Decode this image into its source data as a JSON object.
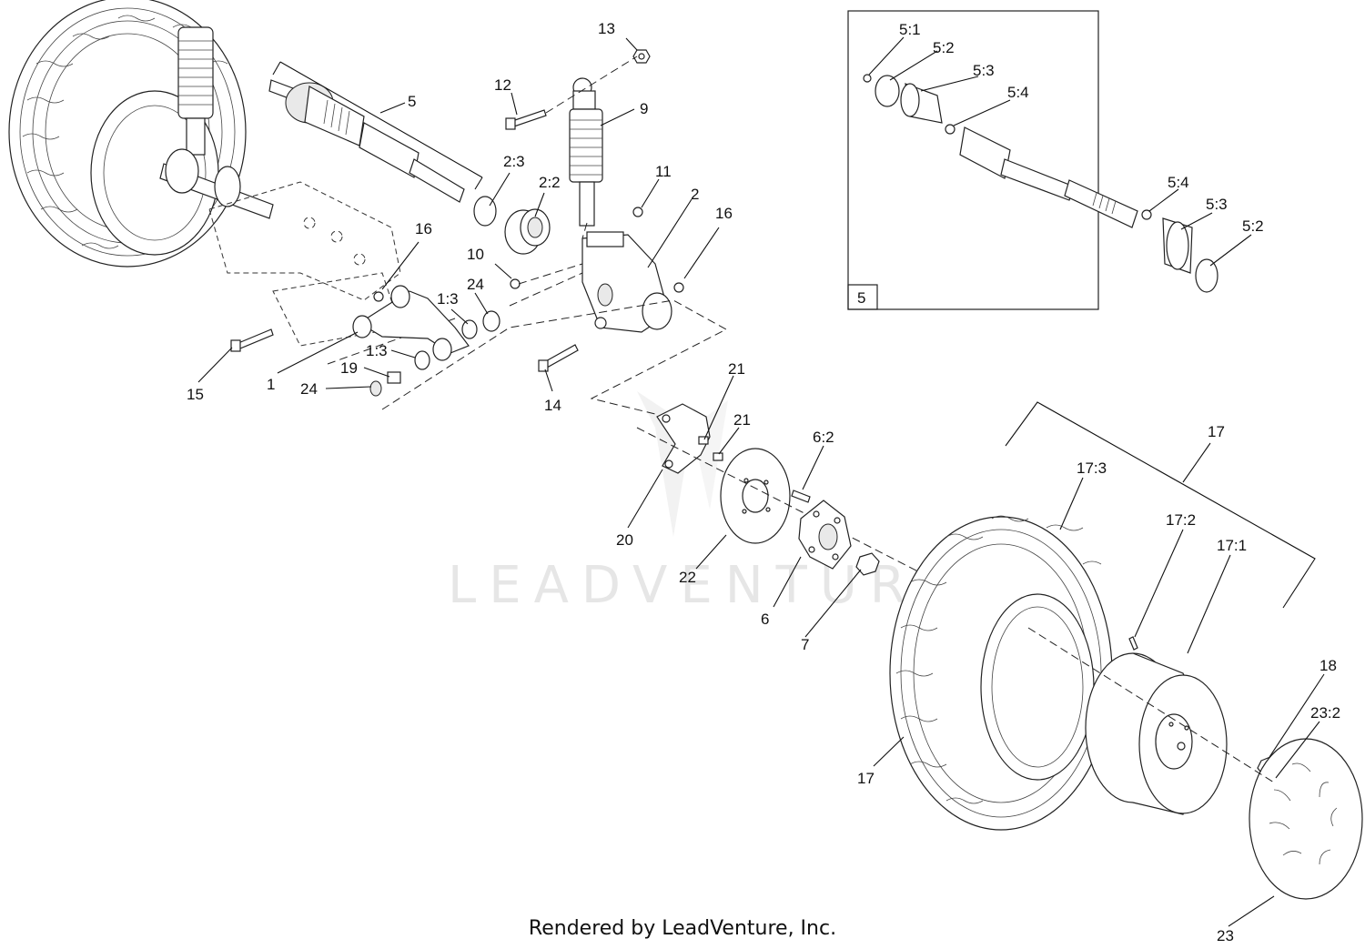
{
  "watermark": "LEADVENTURE",
  "footer": "Rendered by LeadVenture, Inc.",
  "inset_label": "5",
  "callouts": {
    "c13": "13",
    "c12": "12",
    "c9": "9",
    "c5": "5",
    "c2_3": "2:3",
    "c2_2": "2:2",
    "c11": "11",
    "c2": "2",
    "c16a": "16",
    "c16b": "16",
    "c10": "10",
    "c24a": "24",
    "c1_3a": "1:3",
    "c1_3b": "1:3",
    "c1": "1",
    "c15": "15",
    "c19": "19",
    "c24b": "24",
    "c14": "14",
    "c21a": "21",
    "c21b": "21",
    "c20": "20",
    "c22": "22",
    "c6_2": "6:2",
    "c6": "6",
    "c7": "7",
    "c17top": "17",
    "c17_3": "17:3",
    "c17_2": "17:2",
    "c17_1": "17:1",
    "c18": "18",
    "c23_2": "23:2",
    "c17bot": "17",
    "c23": "23",
    "c5_1": "5:1",
    "c5_2a": "5:2",
    "c5_3a": "5:3",
    "c5_4a": "5:4",
    "c5_4b": "5:4",
    "c5_3b": "5:3",
    "c5_2b": "5:2"
  }
}
